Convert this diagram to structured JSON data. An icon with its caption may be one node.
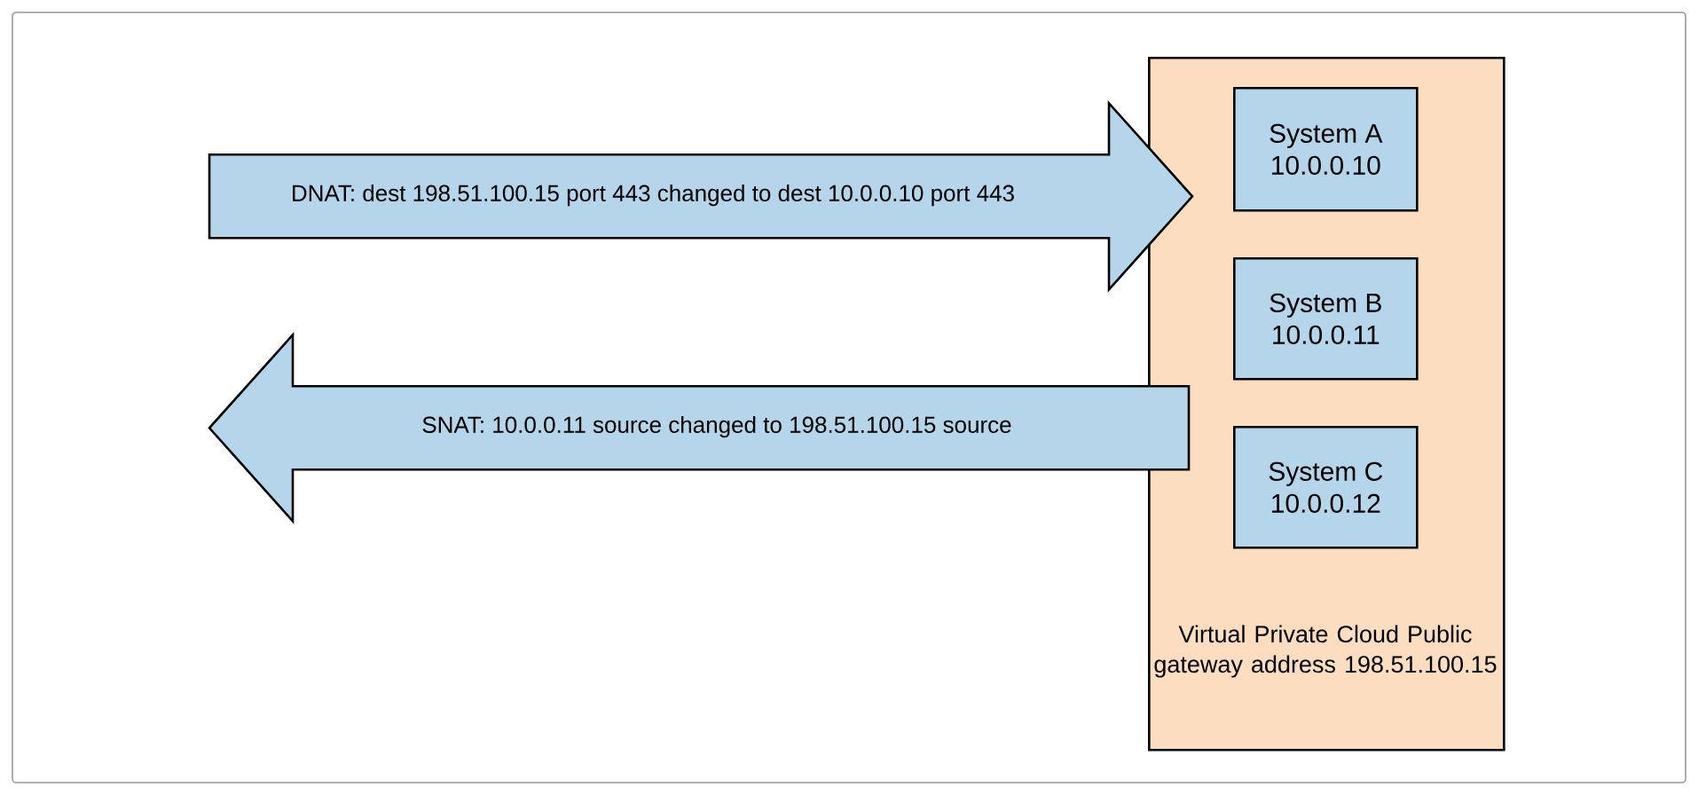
{
  "diagram": {
    "nodes": [
      {
        "text": [
          "Virtual Private Cloud Public gateway address 198.51.100.15"
        ]
      },
      {
        "text": [
          "System A",
          "10.0.0.10"
        ],
        "in": 0
      },
      {
        "text": [
          "System B",
          "10.0.0.11"
        ],
        "in": 0
      },
      {
        "text": [
          "System C",
          "10.0.0.12"
        ],
        "in": 0
      }
    ],
    "edges": [
      {
        "from": null,
        "to": 1,
        "arrow": "to",
        "label": "DNAT: dest 198.51.100.15 port 443 changed to dest 10.0.0.10 port 443"
      },
      {
        "from": 0,
        "to": null,
        "arrow": "to",
        "label": "SNAT: 10.0.0.11 source changed to 198.51.100.15 source"
      }
    ]
  }
}
